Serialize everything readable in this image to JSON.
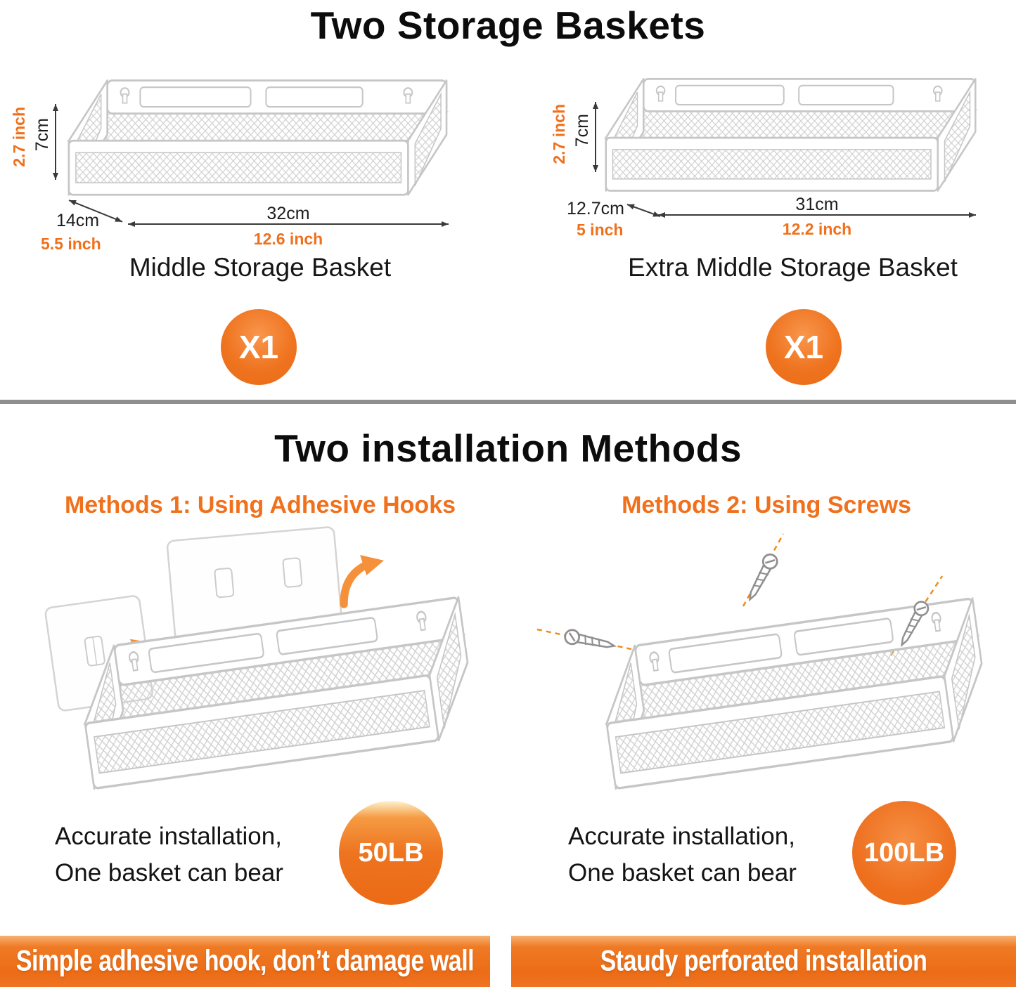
{
  "colors": {
    "accent_orange": "#f0701c",
    "banner_orange": "#ee7122",
    "line_art_gray": "#c6c6c6",
    "divider_gray": "#8f8f8f",
    "text_black": "#111111"
  },
  "graphics": {
    "elements": [
      "wire-mesh-basket",
      "keyhole-slot",
      "adhesive-sheet",
      "curved-arrow",
      "screw",
      "dashed-guide-line",
      "dimension-arrow"
    ]
  },
  "top": {
    "title": "Two Storage Baskets",
    "baskets": [
      {
        "name": "Middle Storage Basket",
        "qty": "X1",
        "height_cm": "7cm",
        "height_in": "2.7 inch",
        "depth_cm": "14cm",
        "depth_in": "5.5 inch",
        "width_cm": "32cm",
        "width_in": "12.6 inch"
      },
      {
        "name": "Extra Middle Storage Basket",
        "qty": "X1",
        "height_cm": "7cm",
        "height_in": "2.7 inch",
        "depth_cm": "12.7cm",
        "depth_in": "5 inch",
        "width_cm": "31cm",
        "width_in": "12.2 inch"
      }
    ]
  },
  "bottom": {
    "title": "Two installation Methods",
    "methods": [
      {
        "heading": "Methods 1: Using Adhesive Hooks",
        "caption_line1": "Accurate installation,",
        "caption_line2": "One basket can bear",
        "capacity": "50LB",
        "banner": "Simple adhesive hook, don’t damage wall"
      },
      {
        "heading": "Methods 2: Using Screws",
        "caption_line1": "Accurate installation,",
        "caption_line2": "One basket can bear",
        "capacity": "100LB",
        "banner": "Staudy perforated installation"
      }
    ]
  }
}
